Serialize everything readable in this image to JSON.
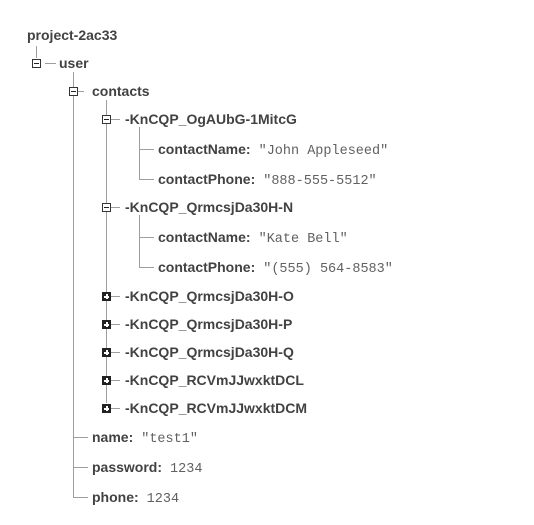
{
  "root": {
    "label": "project-2ac33"
  },
  "user": {
    "key": "user"
  },
  "contacts": {
    "key": "contacts"
  },
  "contact_1": {
    "key": "-KnCQP_OgAUbG-1MitcG",
    "contactName": {
      "key": "contactName:",
      "value": "\"John Appleseed\""
    },
    "contactPhone": {
      "key": "contactPhone:",
      "value": "\"888-555-5512\""
    }
  },
  "contact_2": {
    "key": "-KnCQP_QrmcsjDa30H-N",
    "contactName": {
      "key": "contactName:",
      "value": "\"Kate Bell\""
    },
    "contactPhone": {
      "key": "contactPhone:",
      "value": "\"(555) 564-8583\""
    }
  },
  "collapsed_contacts": [
    "-KnCQP_QrmcsjDa30H-O",
    "-KnCQP_QrmcsjDa30H-P",
    "-KnCQP_QrmcsjDa30H-Q",
    "-KnCQP_RCVmJJwxktDCL",
    "-KnCQP_RCVmJJwxktDCM"
  ],
  "fields": {
    "name": {
      "key": "name:",
      "value": "\"test1\""
    },
    "password": {
      "key": "password:",
      "value": "1234"
    },
    "phone": {
      "key": "phone:",
      "value": "1234"
    }
  },
  "colors": {
    "text": "#424242",
    "value": "#616161",
    "line": "#9e9e9e"
  },
  "icons": {
    "expanded": "minus-box-icon",
    "collapsed": "plus-box-icon"
  }
}
